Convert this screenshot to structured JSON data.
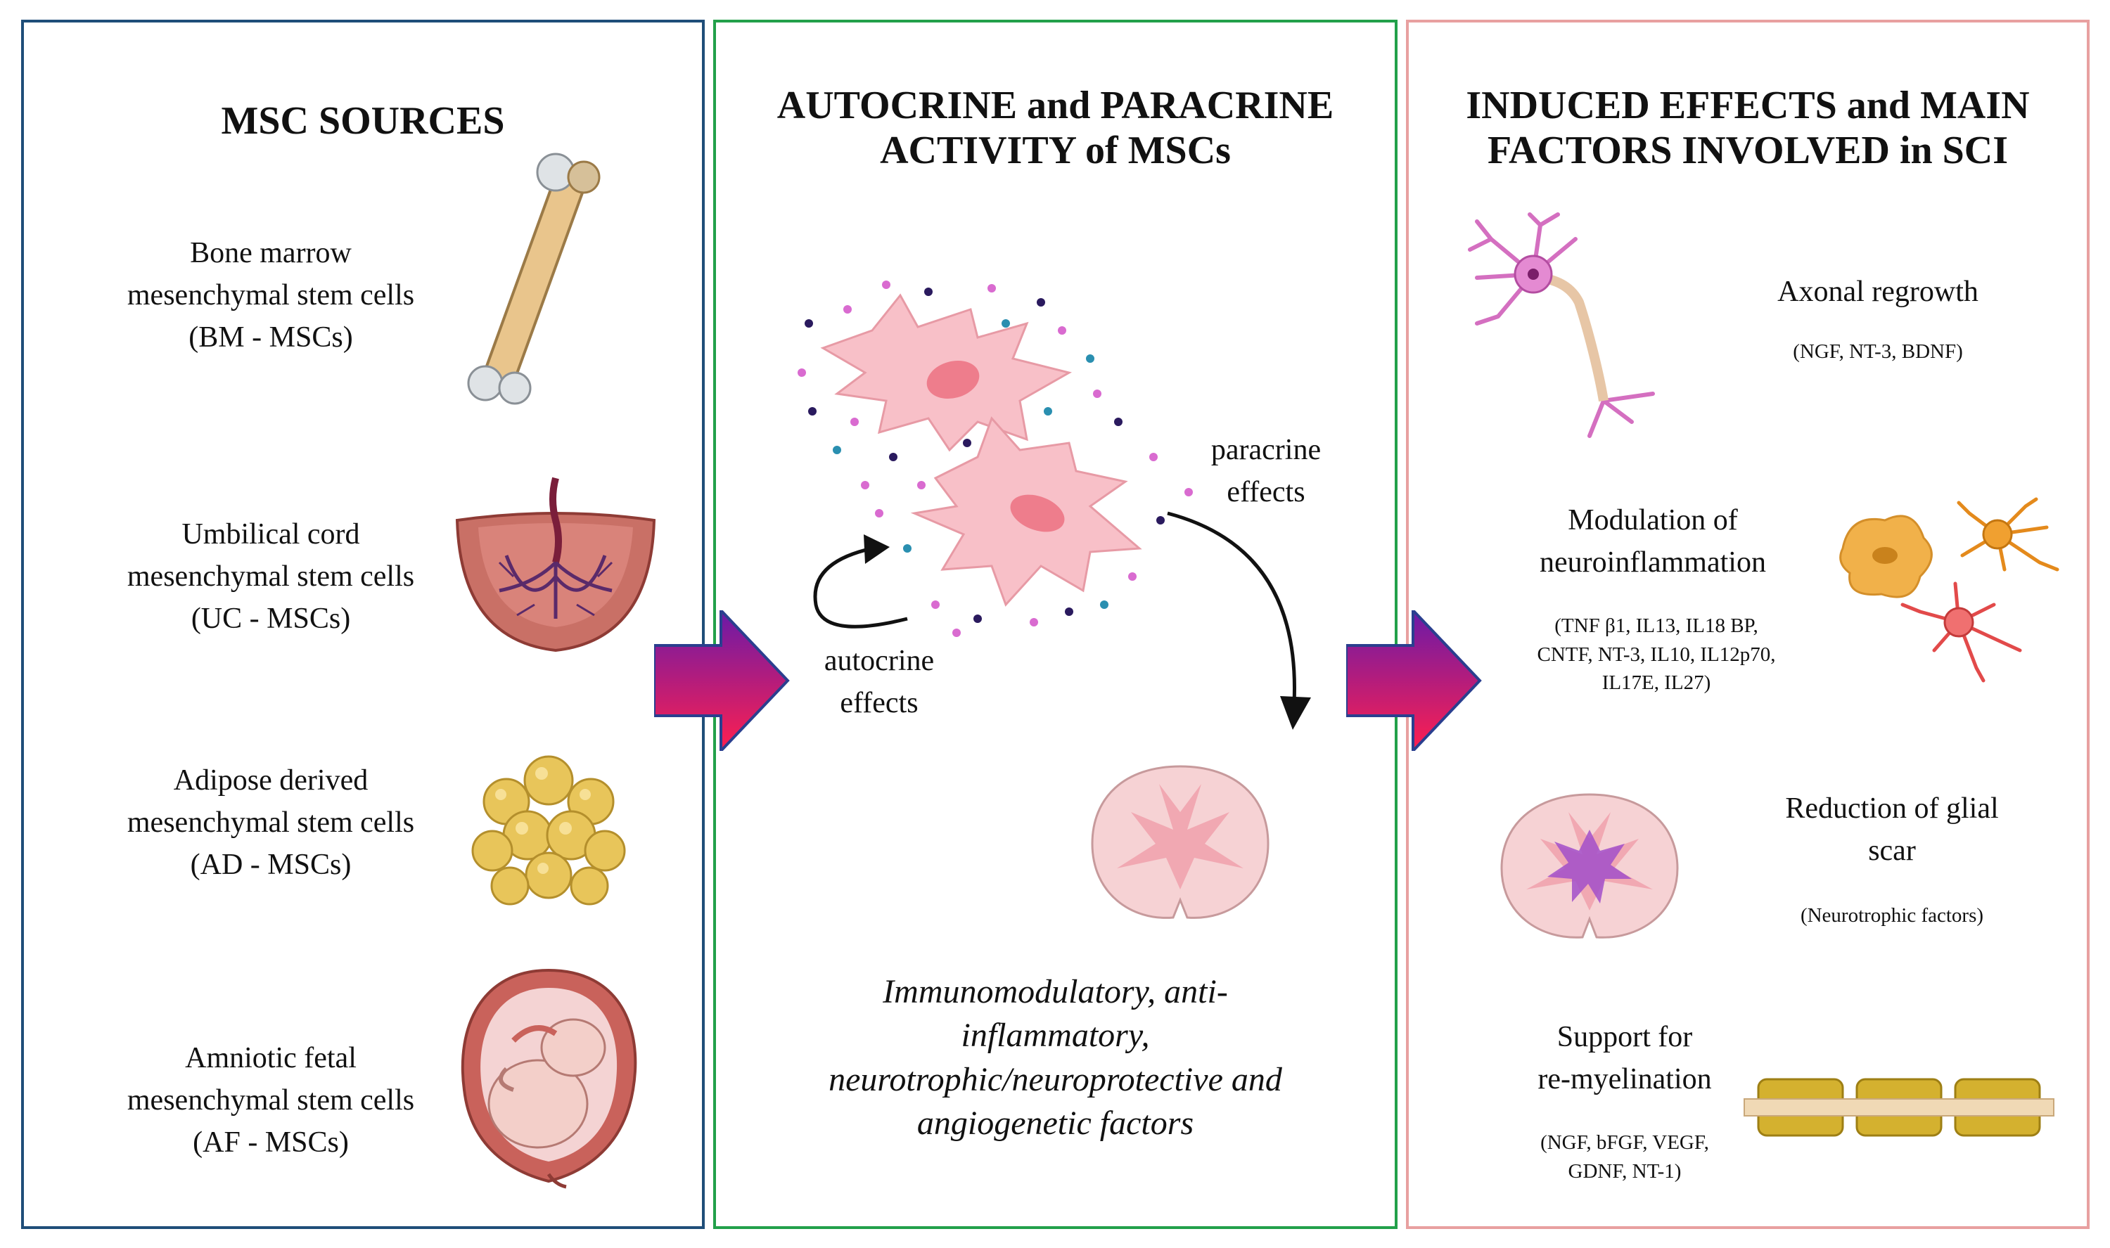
{
  "colors": {
    "panel1_border": "#1f4e79",
    "panel2_border": "#22a04a",
    "panel3_border": "#e8a0a0",
    "cell_pink": "#f8c0c8",
    "arrow_gradient_top": "#6a1aa8",
    "arrow_gradient_bottom": "#ff1f4f"
  },
  "sources": {
    "title": "MSC SOURCES",
    "items": [
      {
        "lines": [
          "Bone marrow",
          "mesenchymal stem cells",
          "(BM - MSCs)"
        ],
        "icon": "bone-icon"
      },
      {
        "lines": [
          "Umbilical cord",
          "mesenchymal stem cells",
          "(UC - MSCs)"
        ],
        "icon": "placenta-icon"
      },
      {
        "lines": [
          "Adipose derived",
          "mesenchymal stem cells",
          "(AD - MSCs)"
        ],
        "icon": "adipose-cells-icon"
      },
      {
        "lines": [
          "Amniotic fetal",
          "mesenchymal stem cells",
          "(AF - MSCs)"
        ],
        "icon": "fetus-in-uterus-icon"
      }
    ]
  },
  "activity": {
    "title_lines": [
      "AUTOCRINE and PARACRINE",
      "ACTIVITY of MSCs"
    ],
    "paracrine_lines": [
      "paracrine",
      "effects"
    ],
    "autocrine_lines": [
      "autocrine",
      "effects"
    ],
    "factors_lines": [
      "Immunomodulatory, anti-",
      "inflammatory,",
      "neurotrophic/neuroprotective and",
      "angiogenetic factors"
    ]
  },
  "effects": {
    "title_lines": [
      "INDUCED EFFECTS and MAIN",
      "FACTORS INVOLVED in SCI"
    ],
    "items": [
      {
        "lines": [
          "Axonal regrowth"
        ],
        "factors": [
          "(NGF, NT-3, BDNF)"
        ],
        "icon": "neuron-icon"
      },
      {
        "lines": [
          "Modulation of",
          "neuroinflammation"
        ],
        "factors": [
          "(TNF β1, IL13, IL18 BP,",
          "CNTF, NT-3, IL10, IL12p70,",
          "IL17E, IL27)"
        ],
        "icon": "glial-cells-icon"
      },
      {
        "lines": [
          "Reduction of glial",
          "scar"
        ],
        "factors": [
          "(Neurotrophic factors)"
        ],
        "icon": "spinal-cord-scar-icon"
      },
      {
        "lines": [
          "Support for",
          "re-myelination"
        ],
        "factors": [
          "(NGF, bFGF, VEGF,",
          "GDNF, NT-1)"
        ],
        "icon": "myelin-sheath-icon"
      }
    ]
  }
}
